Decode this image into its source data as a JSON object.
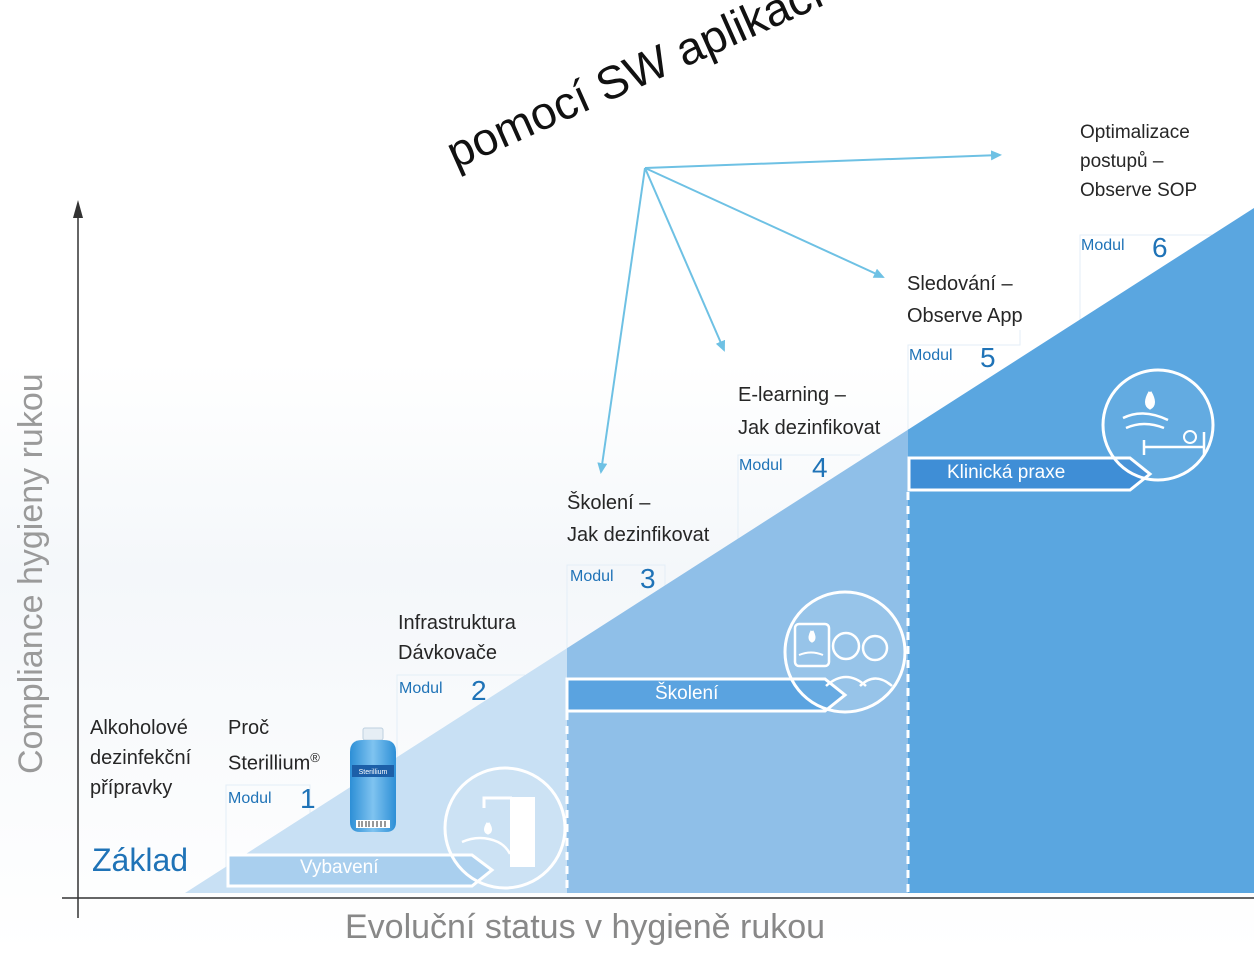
{
  "sw_label": "pomocí SW aplikací",
  "axes": {
    "y_label": "Compliance hygieny rukou",
    "x_label": "Evoluční status v hygieně rukou"
  },
  "base_label": "Základ",
  "left_label": [
    "Alkoholové",
    "dezinfekční",
    "přípravky"
  ],
  "module_word": "Modul",
  "steps": [
    {
      "num": "1",
      "title": [
        "Proč",
        "Sterillium"
      ],
      "superscript": "®"
    },
    {
      "num": "2",
      "title": [
        "Infrastruktura",
        "Dávkovače"
      ]
    },
    {
      "num": "3",
      "title": [
        "Školení –",
        "Jak dezinfikovat"
      ]
    },
    {
      "num": "4",
      "title": [
        "E-learning –",
        "Jak dezinfikovat"
      ]
    },
    {
      "num": "5",
      "title": [
        "Sledování –",
        "Observe App"
      ]
    },
    {
      "num": "6",
      "title": [
        "Optimalizace",
        "postupů –",
        "Observe SOP"
      ]
    }
  ],
  "phases": [
    {
      "label": "Vybavení",
      "icon": "hand-dispenser-icon"
    },
    {
      "label": "Školení",
      "icon": "training-people-icon"
    },
    {
      "label": "Klinická praxe",
      "icon": "patient-care-icon"
    }
  ],
  "product_label": "Sterillium",
  "colors": {
    "phase1": "#c8e0f4",
    "phase2": "#8fbfe8",
    "phase3": "#5aa6e0",
    "accent": "#1f73b7",
    "arrow": "#6ec1e4"
  }
}
